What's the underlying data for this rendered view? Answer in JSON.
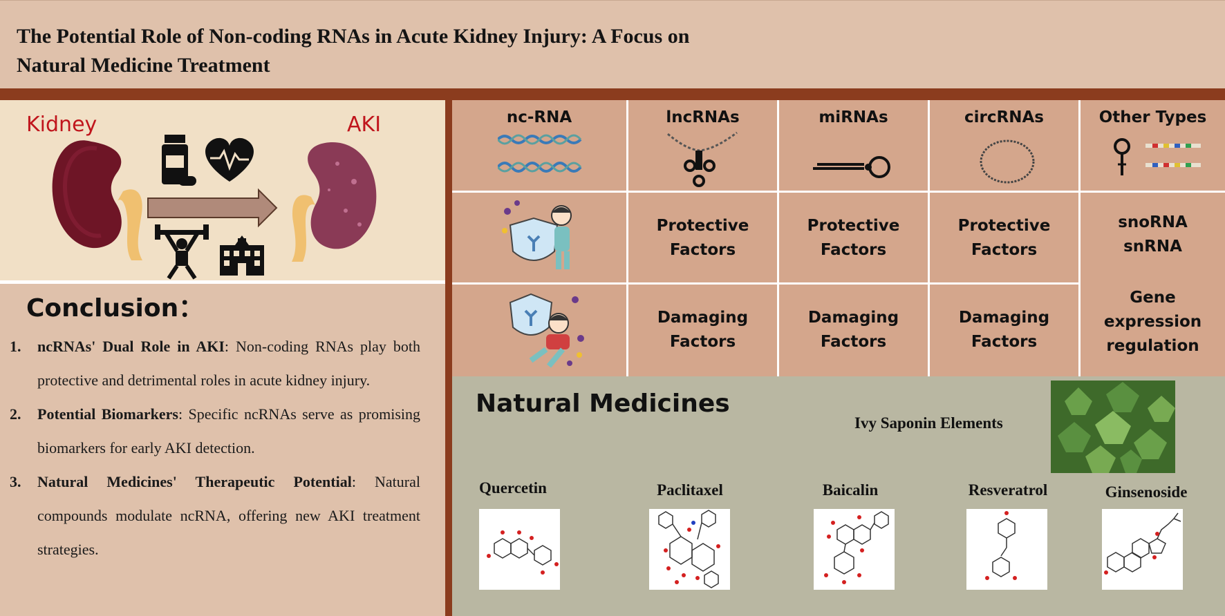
{
  "title": {
    "line1": "The Potential Role of Non-coding RNAs in Acute Kidney Injury: A Focus on",
    "line2": "Natural Medicine Treatment"
  },
  "kidney_panel": {
    "left_label": "Kidney",
    "right_label": "AKI"
  },
  "conclusion": {
    "heading": "Conclusion：",
    "items": [
      {
        "num": "1.",
        "bold": "ncRNAs' Dual Role in AKI",
        "rest": ": Non-coding RNAs play both protective and detrimental roles in acute kidney injury."
      },
      {
        "num": "2.",
        "bold": "Potential Biomarkers",
        "rest": ": Specific ncRNAs serve as promising biomarkers for early AKI detection."
      },
      {
        "num": "3.",
        "bold": "Natural Medicines' Therapeutic Potential",
        "rest": ": Natural compounds modulate ncRNA, offering new AKI treatment strategies."
      }
    ]
  },
  "grid": {
    "headers": [
      "nc-RNA",
      "lncRNAs",
      "miRNAs",
      "circRNAs",
      "Other Types"
    ],
    "protective": {
      "line1": "Protective",
      "line2": "Factors"
    },
    "damaging": {
      "line1": "Damaging",
      "line2": "Factors"
    },
    "other_types": {
      "line1": "snoRNA",
      "line2": "snRNA",
      "gene1": "Gene",
      "gene2": "expression",
      "gene3": "regulation"
    }
  },
  "natural_medicines": {
    "heading": "Natural Medicines",
    "ivy_label": "Ivy Saponin Elements",
    "compounds": [
      "Quercetin",
      "Paclitaxel",
      "Baicalin",
      "Resveratrol",
      "Ginsenoside"
    ]
  },
  "colors": {
    "title_bg": "#dfc1ab",
    "band": "#8b3c1e",
    "grid_bg": "#d4a68c",
    "kidney_bg": "#f1e0c6",
    "natural_bg": "#b9b7a2",
    "red_label": "#c0151c"
  }
}
